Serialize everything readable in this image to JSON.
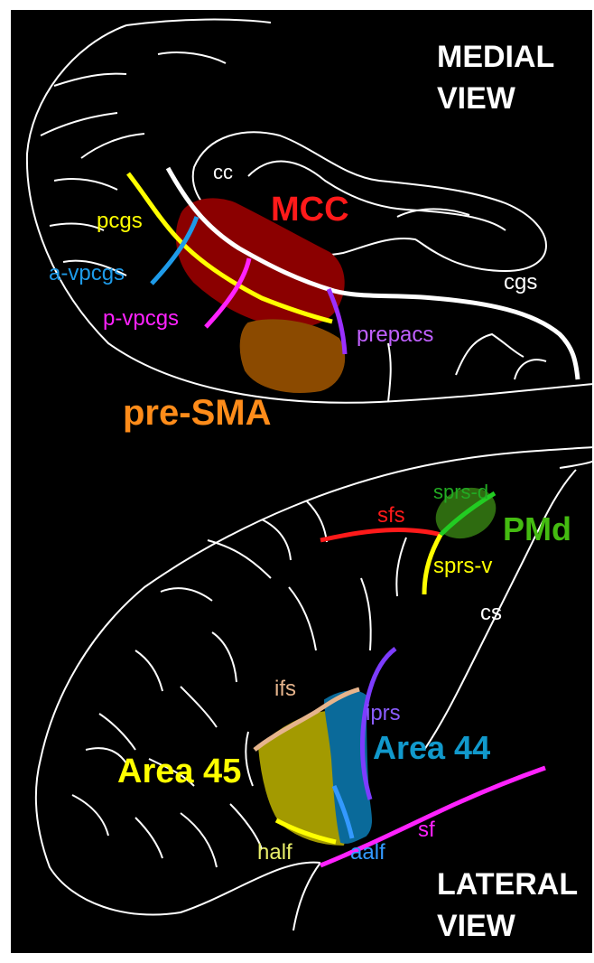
{
  "medial": {
    "title_line1": "MEDIAL",
    "title_line2": "VIEW",
    "labels": {
      "cc": "cc",
      "mcc": "MCC",
      "pcgs": "pcgs",
      "a_vpcgs": "a-vpcgs",
      "p_vpcgs": "p-vpcgs",
      "cgs": "cgs",
      "prepacs": "prepacs",
      "pre_sma": "pre-SMA"
    }
  },
  "lateral": {
    "title_line1": "LATERAL",
    "title_line2": "VIEW",
    "labels": {
      "sprs_d": "sprs-d",
      "sfs": "sfs",
      "pmd": "PMd",
      "sprs_v": "sprs-v",
      "cs": "cs",
      "ifs": "ifs",
      "iprs": "iprs",
      "area44": "Area 44",
      "area45": "Area 45",
      "sf": "sf",
      "half": "half",
      "aalf": "aalf"
    }
  },
  "colors": {
    "background": "#000000",
    "outline": "#ffffff",
    "mcc_region": "#8b0000",
    "mcc_label": "#ff1a1a",
    "pre_sma_region": "#8b4a00",
    "pre_sma_label": "#ff8c1a",
    "pcgs": "#ffff00",
    "a_vpcgs": "#1e9be9",
    "p_vpcgs": "#ff22ff",
    "prepacs": "#9b30ff",
    "prepacs_label": "#c060ff",
    "sfs": "#ff1a1a",
    "pmd_region": "#2e6b10",
    "pmd": "#44bb11",
    "sprs_v": "#ffff00",
    "ifs": "#e6b48c",
    "iprs": "#7d3cff",
    "iprs_label": "#8a5cff",
    "area44_region": "#0a6a9a",
    "area44_label": "#1199cc",
    "area45_region": "#a39a00",
    "area45_label": "#ffff00",
    "sf": "#ff22ff",
    "half": "#ffff00",
    "half_label": "#e8ee6a",
    "aalf": "#3399ff"
  }
}
